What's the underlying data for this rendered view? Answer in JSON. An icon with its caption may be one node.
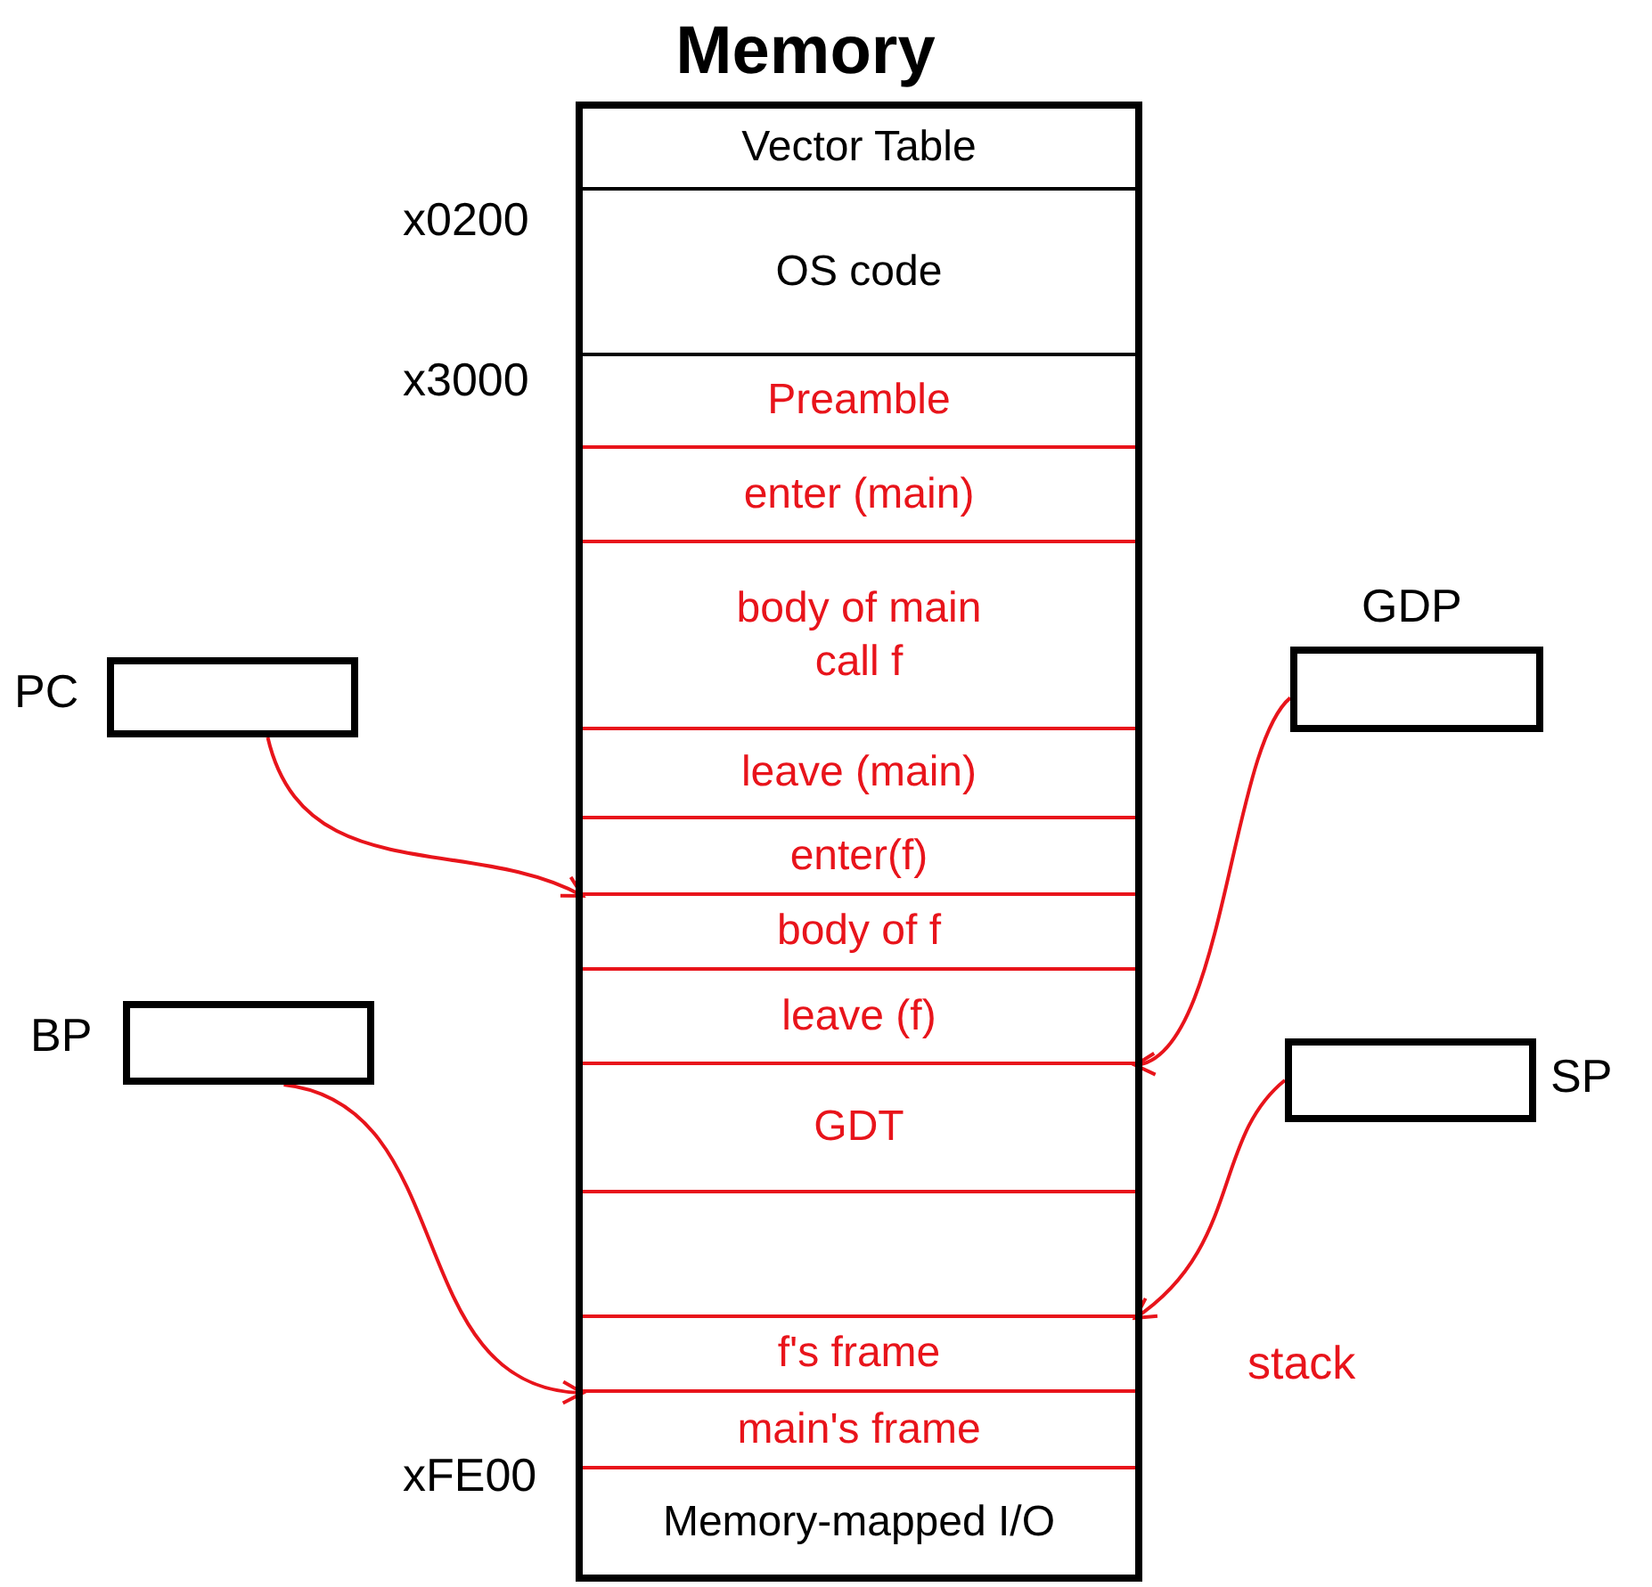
{
  "diagram": {
    "nodes": [
      {
        "text": [
          "Memory"
        ]
      },
      {
        "text": [
          "Vector Table"
        ],
        "in": 0
      },
      {
        "text": [
          "OS code"
        ],
        "in": 0
      },
      {
        "text": [
          "Preamble"
        ],
        "in": 0
      },
      {
        "text": [
          "enter (main)"
        ],
        "in": 0
      },
      {
        "text": [
          "body of main",
          "call f"
        ],
        "in": 0
      },
      {
        "text": [
          "leave (main)"
        ],
        "in": 0
      },
      {
        "text": [
          "enter(f)"
        ],
        "in": 0
      },
      {
        "text": [
          "body of f"
        ],
        "in": 0
      },
      {
        "text": [
          "leave (f)"
        ],
        "in": 0
      },
      {
        "text": [
          "GDT"
        ],
        "in": 0
      },
      {
        "text": [],
        "shape": "box",
        "in": 0
      },
      {
        "text": [
          "f's frame"
        ],
        "in": 0
      },
      {
        "text": [
          "main's frame"
        ],
        "in": 0
      },
      {
        "text": [
          "Memory-mapped I/O"
        ],
        "in": 0
      },
      {
        "text": [
          "GDP"
        ]
      },
      {
        "text": [
          "PC"
        ]
      },
      {
        "text": [
          "BP"
        ]
      },
      {
        "text": [
          "SP"
        ]
      }
    ],
    "edges": [
      {
        "from": 15,
        "to": 10,
        "arrow": "to"
      },
      {
        "from": 16,
        "to": 8,
        "arrow": "to"
      },
      {
        "from": 17,
        "to": 12,
        "arrow": "to"
      },
      {
        "from": 18,
        "to": 12,
        "arrow": "to"
      }
    ],
    "labels": [
      "x0200",
      "x3000",
      "xFE00",
      "stack"
    ]
  }
}
